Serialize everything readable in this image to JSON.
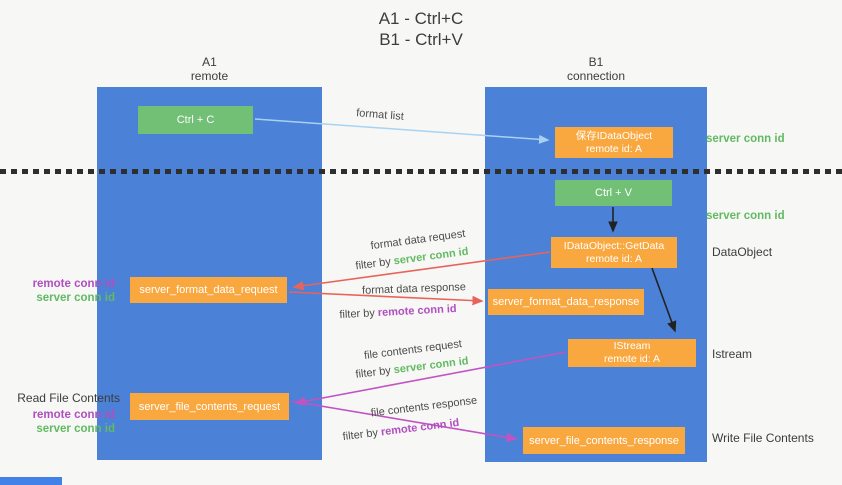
{
  "title": {
    "line1": "A1 - Ctrl+C",
    "line2": "B1 - Ctrl+V"
  },
  "columns": {
    "a": {
      "id": "A1",
      "name": "remote"
    },
    "b": {
      "id": "B1",
      "name": "connection"
    }
  },
  "nodes": {
    "ctrl_c": {
      "label": "Ctrl + C"
    },
    "save_dataobject": {
      "line1": "保存IDataObject",
      "line2": "remote id: A"
    },
    "ctrl_v": {
      "label": "Ctrl + V"
    },
    "getdata": {
      "line1": "IDataObject::GetData",
      "line2": "remote id: A"
    },
    "format_request": {
      "label": "server_format_data_request"
    },
    "format_response": {
      "label": "server_format_data_response"
    },
    "istream": {
      "line1": "IStream",
      "line2": "remote id: A"
    },
    "file_request": {
      "label": "server_file_contents_request"
    },
    "file_response": {
      "label": "server_file_contents_response"
    }
  },
  "arrows": {
    "format_list": {
      "label": "format list"
    },
    "format_data_request": {
      "label": "format data request",
      "filter_prefix": "filter by",
      "filter_value": "server conn id"
    },
    "format_data_response": {
      "label": "format data response",
      "filter_prefix": "filter by",
      "filter_value": "remote conn id"
    },
    "file_contents_request": {
      "label": "file contents request",
      "filter_prefix": "filter by",
      "filter_value": "server conn id"
    },
    "file_contents_response": {
      "label": "file contents response",
      "filter_prefix": "filter by",
      "filter_value": "remote conn id"
    }
  },
  "side_labels": {
    "server_conn_id_top": "server conn id",
    "server_conn_id_mid": "server conn id",
    "dataobject": "DataObject",
    "istream": "Istream",
    "write_file_contents": "Write File Contents",
    "read_file_contents": "Read File Contents",
    "left_remote_conn_id_1": "remote conn id",
    "left_server_conn_id_1": "server conn id",
    "left_remote_conn_id_2": "remote conn id",
    "left_server_conn_id_2": "server conn id"
  },
  "colors": {
    "column_blue": "#4b81d6",
    "node_green": "#72bf76",
    "node_orange": "#f9a840",
    "arrow_blue": "#a8d2f2",
    "arrow_black": "#222222",
    "arrow_red": "#e8645a",
    "arrow_magenta": "#c253c2",
    "label_green": "#62ba62",
    "label_purple": "#b14ec0"
  }
}
